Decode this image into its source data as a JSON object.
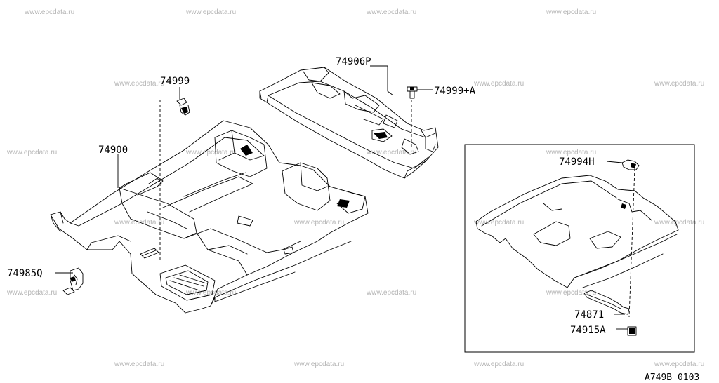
{
  "watermark": "www.epcdata.ru",
  "diagram_code": "A749B 0103",
  "parts": {
    "main_carpet": "74900",
    "rear_carpet": "74906P",
    "clip_left": "74999",
    "clip_rear": "74999+A",
    "hook": "74985Q",
    "detail_hook": "74994H",
    "detail_bracket": "74871",
    "detail_clip": "74915A"
  }
}
